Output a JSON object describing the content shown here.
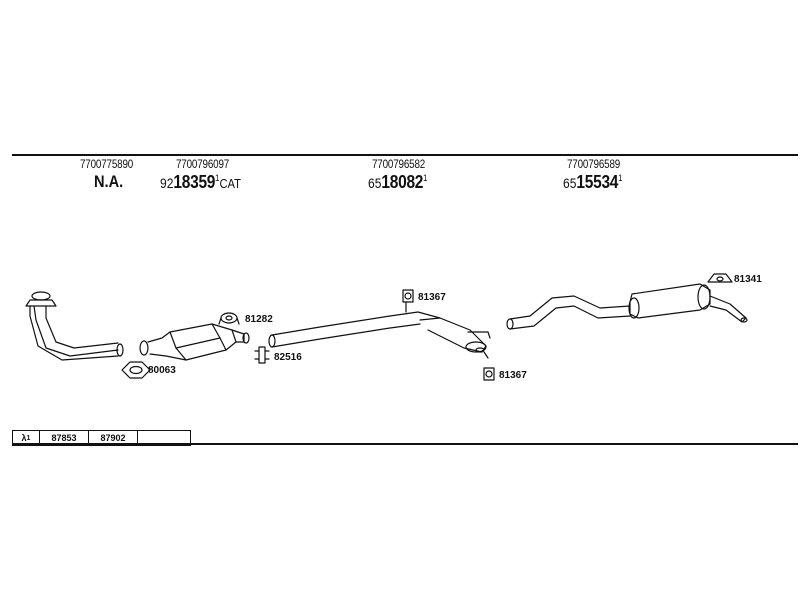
{
  "oem_columns": [
    {
      "oem": "7700775890",
      "code_prefix": "",
      "code_main": "N.A.",
      "sup": "",
      "suffix": ""
    },
    {
      "oem": "7700796097",
      "code_prefix": "92",
      "code_main": "18359",
      "sup": "1",
      "suffix": "CAT"
    },
    {
      "oem": "7700796582",
      "code_prefix": "65",
      "code_main": "18082",
      "sup": "1",
      "suffix": ""
    },
    {
      "oem": "7700796589",
      "code_prefix": "65",
      "code_main": "15534",
      "sup": "1",
      "suffix": ""
    }
  ],
  "part_labels": {
    "gasket_front": "80063",
    "clamp_cat": "81282",
    "clamp_pipe": "82516",
    "hanger_mid_top": "81367",
    "hanger_mid_bottom": "81367",
    "hanger_rear": "81341"
  },
  "legend": {
    "lambda": "λ",
    "lambda_sup": "1",
    "cells": [
      "87853",
      "87902",
      ""
    ]
  }
}
